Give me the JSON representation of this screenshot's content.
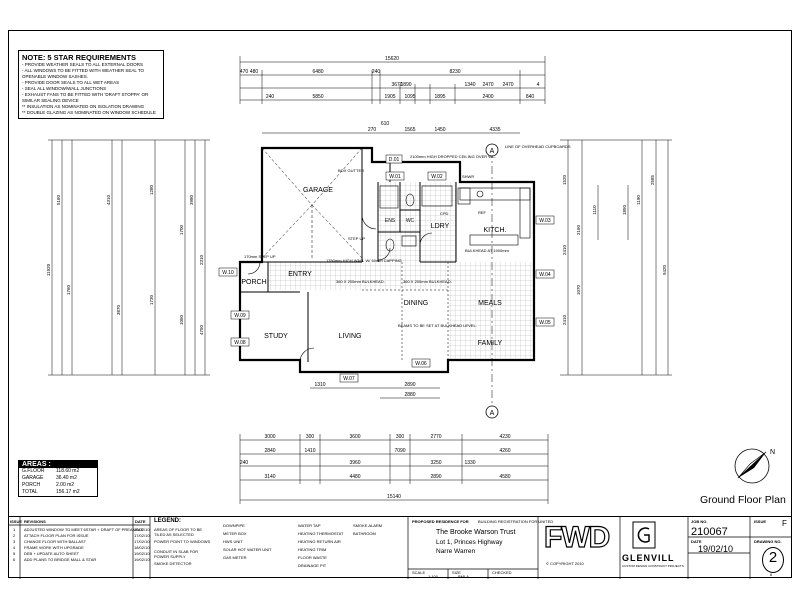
{
  "notes": {
    "title": "NOTE: 5 STAR REQUIREMENTS",
    "lines": [
      "- PROVIDE WEATHER SEALS TO ALL EXTERNAL DOORS",
      "- ALL WINDOWS TO BE FITTED WITH WEATHER SEAL TO OPENABLE WINDOW SASHES.",
      "- PROVIDE DOOR SEALS TO ALL WET AREAS",
      "- SEAL ALL WINDOW/WALL JUNCTIONS",
      "- EXHAUST FANS TO BE FITTED WITH 'DRAFT STOPPA' OR SIMILAR SEALING DEVICE",
      "** INSULATION AS NOMINATED ON ISOLATION DRAWING",
      "** DOUBLE GLAZING AS NOMINATED ON WINDOW SCHEDULE"
    ]
  },
  "areas": {
    "title": "AREAS :",
    "rows": [
      {
        "label": "G.FLOOR",
        "value": "118.60 m2"
      },
      {
        "label": "GARAGE",
        "value": "36.40 m2"
      },
      {
        "label": "PORCH",
        "value": "2.00 m2"
      },
      {
        "label": "TOTAL",
        "value": "156.17 m2"
      }
    ]
  },
  "rooms": {
    "garage": "GARAGE",
    "porch": "PORCH",
    "entry": "ENTRY",
    "study": "STUDY",
    "living": "LIVING",
    "dining": "DINING",
    "meals": "MEALS",
    "family": "FAMILY",
    "kitch": "KITCH.",
    "ldry": "LDRY",
    "wc": "WC",
    "ens": "ENS"
  },
  "windows": {
    "w01": "W.01",
    "w02": "W.02",
    "w03": "W.03",
    "w04": "W.04",
    "w05": "W.05",
    "w06": "W.06",
    "w07": "W.07",
    "w08": "W.08",
    "w09": "W.09",
    "w10": "W.10",
    "d01": "D.01"
  },
  "annotations": {
    "box_gutter": "BOX GUTTER",
    "high_dropped": "2100mm HIGH DROPPED CEILING OVER WC.",
    "overhead": "LINE OF OVERHEAD CUPBOARDS",
    "bulkhead_kt": "BULKHEAD AT 1900mm",
    "high_wall": "1350mm HIGH WALL W/ 60mm CAPPING",
    "bulkhead1": "360 X 200mm BULKHEAD.",
    "bulkhead2": "360 X 200mm BULKHEAD.",
    "beams": "BEAMS TO BE SET AT BULKHEAD LEVEL.",
    "step_up": "170mm STEP UP",
    "step_up2": "STEP UP",
    "section_a": "A",
    "fridge": "REF",
    "shower": "SHWR",
    "cpd": "CPD"
  },
  "dims": {
    "top_total": "15620",
    "top_row": [
      "470",
      "480",
      "6480",
      "240",
      "3670",
      "8230",
      "2470",
      "4"
    ],
    "top_row2": [
      "240",
      "5850",
      "1905",
      "1095",
      "1895",
      "2400",
      "840"
    ],
    "top_row3": [
      "2470",
      "1890",
      "1340",
      "2470"
    ],
    "upper": [
      "270",
      "610",
      "1565",
      "1450",
      "4335"
    ],
    "bottom_total": "15140",
    "bottom_row1": [
      "3000",
      "300",
      "3600",
      "300",
      "2770",
      "4230"
    ],
    "bottom_row2": [
      "2840",
      "1410",
      "7090",
      "4260"
    ],
    "bottom_row3": [
      "3140",
      "4480",
      "2890",
      "4580"
    ],
    "bottom_row4": [
      "240",
      "3960",
      "3250",
      "1330"
    ],
    "right": [
      "1520",
      "2160",
      "2410",
      "1070",
      "2410",
      "2585",
      "9420",
      "1190",
      "1110",
      "1850"
    ],
    "left": [
      "11920",
      "5160",
      "1760",
      "4310",
      "3870",
      "1280",
      "1730",
      "1700",
      "1050",
      "3980",
      "2310",
      "4750"
    ],
    "under": [
      "1310",
      "2890",
      "2880"
    ]
  },
  "drawing_title": "Ground Floor Plan",
  "title_block": {
    "rev_head": [
      "ISSUE",
      "REVISIONS",
      "DATE"
    ],
    "revisions": [
      {
        "n": "1",
        "desc": "ADJUSTED WINDOW TO MEET 6STAR + DRAFT OF PREAMBLE",
        "date": "10/02/10"
      },
      {
        "n": "2",
        "desc": "ATTACH FLOOR PLAN FOR ISSUE",
        "date": "17/02/10"
      },
      {
        "n": "3",
        "desc": "CHANGE FLOOR WITH BALLAST",
        "date": "17/02/10"
      },
      {
        "n": "4",
        "desc": "FRAME WORK WITH UPGRADE",
        "date": "18/02/10"
      },
      {
        "n": "5",
        "desc": "DEB + UPDATE AUTO SHEET",
        "date": "19/02/10"
      },
      {
        "n": "6",
        "desc": "ADD PLANS TO BRIDGE MALL & STAR",
        "date": "19/02/10"
      }
    ],
    "legend_title": "LEGEND:",
    "legend": [
      "AREAS OF FLOOR TO BE TILED AS SELECTED",
      "POWER POINT TO WINDOWS",
      "CONDUIT IN SLAB FOR POWER SUPPLY",
      "SMOKE DETECTOR",
      "DOWNPIPE",
      "METER BOX",
      "HWS UNIT",
      "SOLAR HOT WATER UNIT",
      "GAS METER",
      "WATER TAP",
      "HEATING THERMOSTAT",
      "HEATING RETURN AIR",
      "HEATING TRIM",
      "FLOOR WASTE",
      "DRAINAGE PIT",
      "SMOKE ALARM",
      "BATHROOM"
    ],
    "project_label": "PROPOSED RESIDENCE FOR",
    "project_name": "The Brooke Warson Trust",
    "lot": "Lot 1, Princes Highway",
    "suburb": "Narre Warren",
    "not_for_construction": "BUILDING REGISTRATION FOR UNITED",
    "scale_label": "SCALE",
    "scale": "1:100",
    "size_label": "SIZE",
    "size": "BMLA",
    "checked_label": "CHECKED",
    "logo": "FWD",
    "company": "GLENVILL",
    "company_sub": "CUSTOM DESIGN CONSTRUCT PROJECTS",
    "job_no_label": "JOB NO.",
    "job_no": "210067",
    "issue_label": "ISSUE",
    "issue": "F",
    "date_label": "DATE",
    "date": "19/02/10",
    "drawing_no_label": "DRAWING NO.",
    "drawing_no": "2",
    "sheets": "6",
    "copyright": "© COPYRIGHT 2010"
  },
  "north": "N"
}
